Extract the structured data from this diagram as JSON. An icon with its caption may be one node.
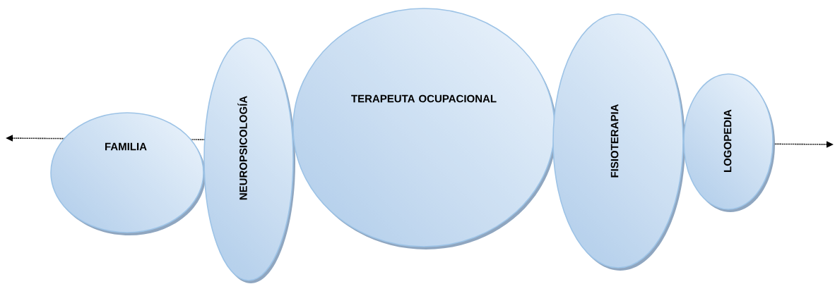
{
  "diagram": {
    "nodes": [
      {
        "text": [
          "FAMILIA"
        ]
      },
      {
        "text": [
          "NEUROPSICOLOGÍA"
        ]
      },
      {
        "text": [
          "TERAPEUTA OCUPACIONAL"
        ]
      },
      {
        "text": [
          "FISIOTERAPIA"
        ]
      },
      {
        "text": [
          "LOGOPEDIA"
        ]
      }
    ]
  }
}
